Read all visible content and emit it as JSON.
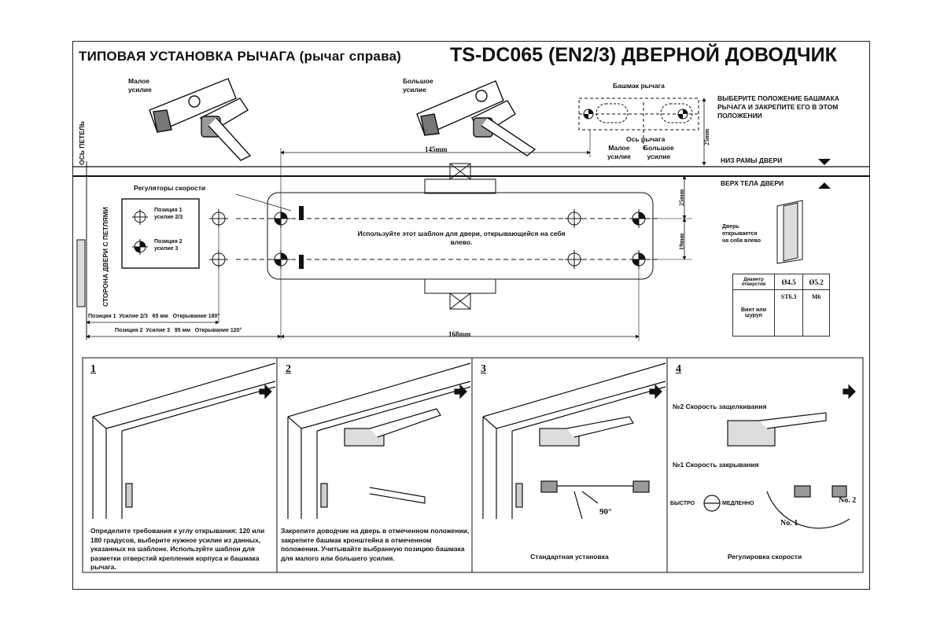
{
  "header": {
    "title_left": "ТИПОВАЯ УСТАНОВКА РЫЧАГА (рычаг справа)",
    "title_right": "TS-DC065 (EN2/3) ДВЕРНОЙ ДОВОДЧИК"
  },
  "top_left": {
    "low_force": "Малое\nусилие",
    "high_force": "Большое\nусилие",
    "hinge_axis": "ОСЬ ПЕТЕЛЬ"
  },
  "bracket": {
    "title": "Башмак рычага",
    "instruction": "ВЫБЕРИТЕ ПОЛОЖЕНИЕ БАШМАКА РЫЧАГА И ЗАКРЕПИТЕ ЕГО В ЭТОМ ПОЛОЖЕНИИ",
    "arm_axis": "Ось рычага",
    "low": "Малое\nусилие",
    "high": "Большое\nусилие"
  },
  "door_lines": {
    "frame_bottom": "НИЗ РАМЫ ДВЕРИ",
    "door_top": "ВЕРХ ТЕЛА ДВЕРИ"
  },
  "template": {
    "speed_regulators": "Регуляторы скорости",
    "hinge_side": "СТОРОНА ДВЕРИ С ПЕТЛЯМИ",
    "pos1": "Позиция 1\nусилие 2/3",
    "pos2": "Позиция 2\nусилие 3",
    "center_text": "Используйте этот шаблон для двери, открывающейся на себя влево.",
    "dim_145": "145mm",
    "dim_168": "168mm",
    "dim_25a": "25mm",
    "dim_25b": "25mm",
    "dim_19": "19mm",
    "row1": "Позиция 1  Усилие 2/3   65 мм   Открывание 180°",
    "row2": "Позиция 2  Усилие 3   95 мм   Открывание 120°",
    "door_opens": "Дверь\nоткрывается\nна себя влево"
  },
  "hole_table": {
    "diameter_label": "Диаметр отверстия",
    "d1": "Ø4.5",
    "d2": "Ø5.2",
    "screw_label": "Винт или шуруп",
    "s1": "ST6.3",
    "s2": "M6"
  },
  "steps": [
    {
      "num": "1",
      "text": "Определите требования к углу открывания: 120 или 180 градусов, выберите нужное усилие из данных, указанных на шаблоне. Используйте шаблон для разметки отверстий крепления корпуса и башмака рычага."
    },
    {
      "num": "2",
      "text": "Закрепите доводчик на дверь в отмеченном положении, закрепите башмак кронштейна в отмеченном положении. Учитывайте выбранную позицию башмака для малого или большего усилия."
    },
    {
      "num": "3",
      "text": "Стандартная установка",
      "angle": "90°"
    },
    {
      "num": "4",
      "text": "Регулировка скорости",
      "speed2": "№2 Скорость защелкивания",
      "speed1": "№1 Скорость закрывания",
      "fast": "БЫСТРО",
      "slow": "МЕДЛЕННО",
      "no2": "No. 2",
      "no1": "No. 1"
    }
  ]
}
